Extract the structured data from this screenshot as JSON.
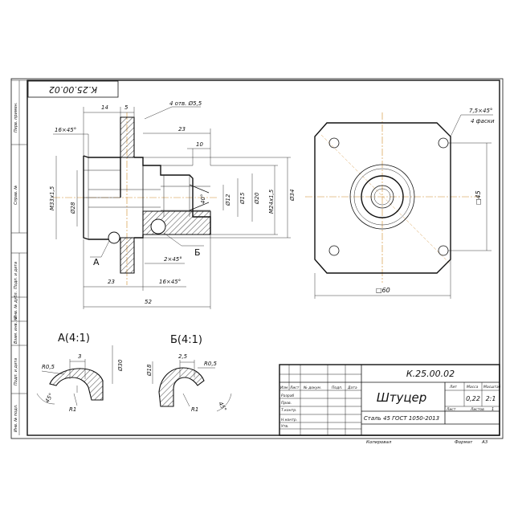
{
  "sheet": {
    "stamp_code": "К.25.00.02",
    "format_label": "Формат",
    "format_value": "А3",
    "copied_label": "Копировал"
  },
  "side_strip": {
    "labels": [
      "Перв. примен.",
      "Справ. №",
      "Подп. и дата",
      "Инв. № дубл.",
      "Взам. инв. №",
      "Подп. и дата",
      "Инв. № подл."
    ]
  },
  "main_view": {
    "dims": {
      "d14": "14",
      "d5": "5",
      "holes": "4 отв. Ø5,5",
      "chamfer_top": "16×45°",
      "d23_top": "23",
      "d10": "10",
      "thread_left": "М33х1,5",
      "d28": "Ø28",
      "angle40": "40°",
      "d12": "Ø12",
      "d15": "Ø15",
      "d20": "Ø20",
      "thread_right": "М24х1,5",
      "d34": "Ø34",
      "chamfer_mid": "2×45°",
      "d23_bottom": "23",
      "chamfer_bottom": "16×45°",
      "d52": "52"
    },
    "callouts": {
      "a": "А",
      "b": "Б"
    }
  },
  "plan_view": {
    "chamfer": "7,5×45°",
    "chamfer_note": "4 фаски",
    "side": "□45",
    "width": "□60"
  },
  "detail_a": {
    "title": "А(4:1)",
    "r05": "R0,5",
    "d3": "3",
    "d30": "Ø30",
    "angle": "45°",
    "r1": "R1"
  },
  "detail_b": {
    "title": "Б(4:1)",
    "d25": "2,5",
    "r05": "R0,5",
    "d18": "Ø18",
    "r1": "R1",
    "angle": "45°"
  },
  "title_block": {
    "code": "К.25.00.02",
    "name": "Штуцер",
    "material": "Сталь 45  ГОСТ 1050-2013",
    "hdr_lit": "Лит",
    "hdr_mass": "Масса",
    "hdr_scale": "Масштаб",
    "mass": "0,22",
    "scale": "2:1",
    "sheet_label": "Лист",
    "sheets_label": "Листов",
    "sheets_value": "1",
    "col_headers": [
      "Изм",
      "Лист",
      "№ докум.",
      "Подп.",
      "Дата"
    ],
    "roles": [
      "Разраб",
      "Пров.",
      "Т.контр.",
      "",
      "Н.контр.",
      "Утв."
    ]
  }
}
